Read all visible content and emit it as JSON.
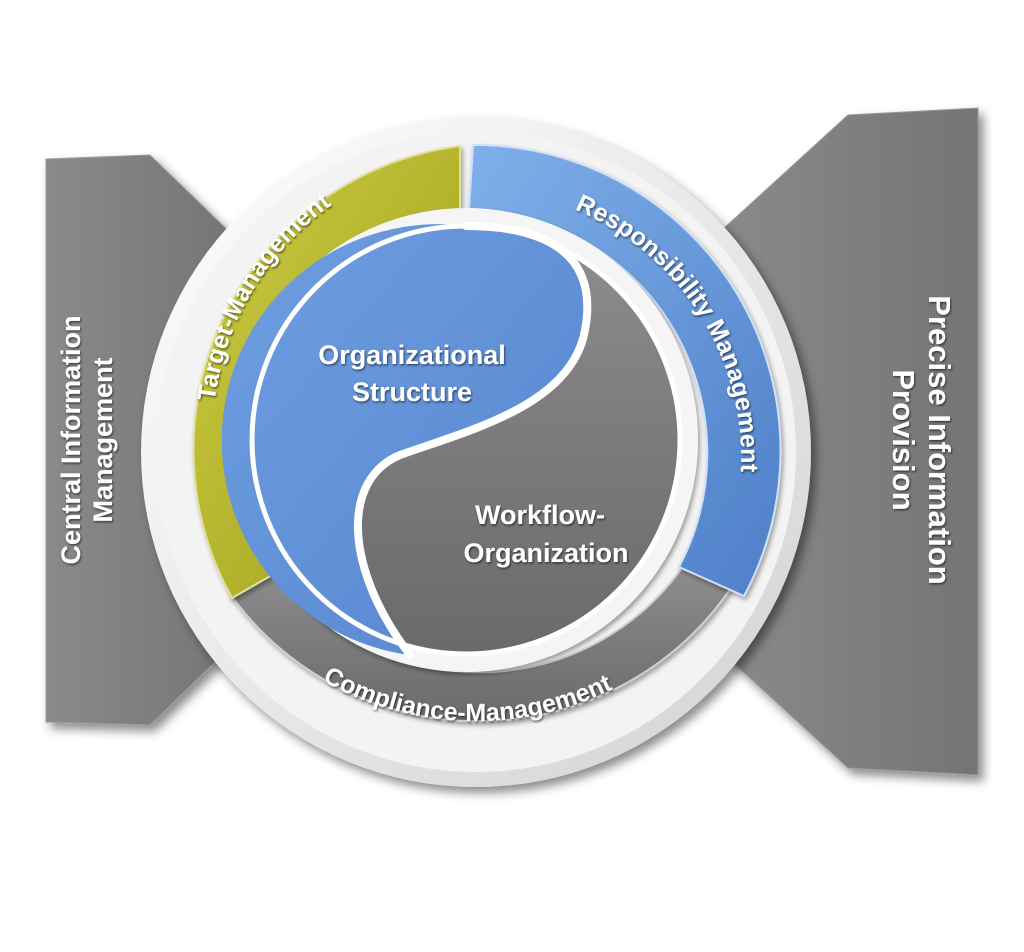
{
  "left_panel": {
    "line1": "Central Information",
    "line2": "Management"
  },
  "right_panel": {
    "line1": "Precise Information",
    "line2": "Provision"
  },
  "ring": {
    "target": "Target-Management",
    "responsibility": "Responsibility Management",
    "compliance": "Compliance-Management"
  },
  "center": {
    "organizational_line1": "Organizational",
    "organizational_line2": "Structure",
    "workflow_line1": "Workflow-",
    "workflow_line2": "Organization"
  },
  "colors": {
    "gray": "#7d7d7d",
    "olive": "#b4b428",
    "blue": "#5e8fd6",
    "white": "#ffffff"
  }
}
